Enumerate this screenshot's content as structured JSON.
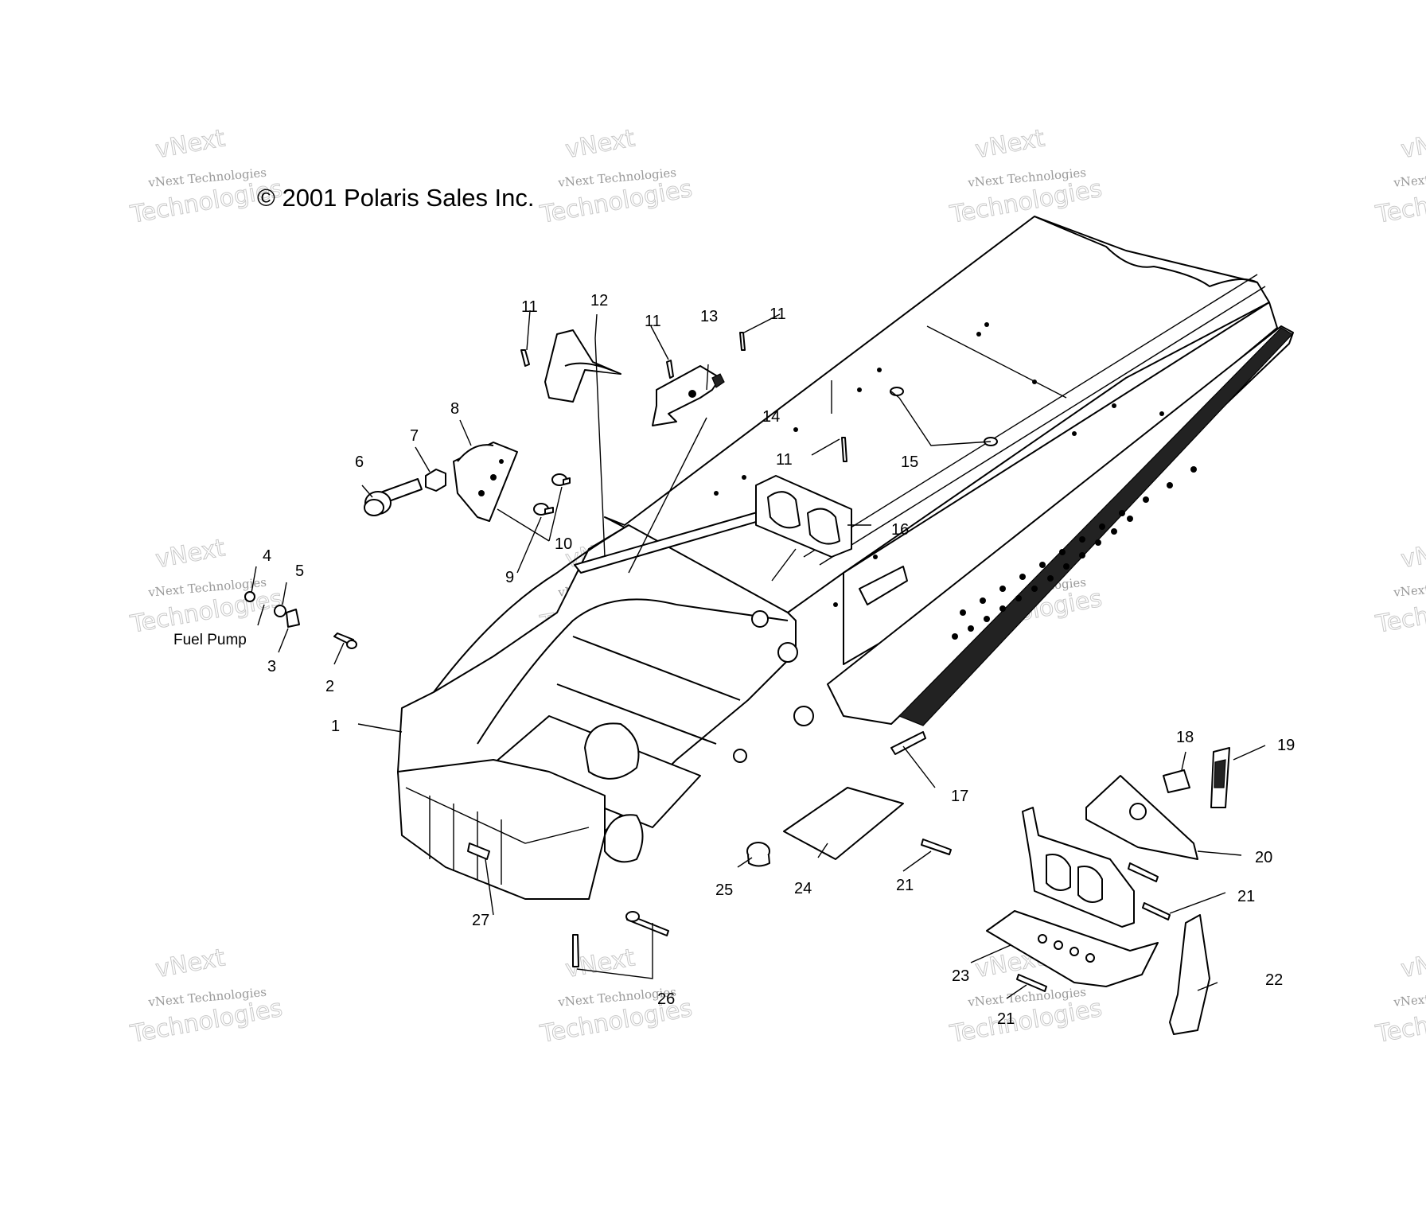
{
  "title": "© 2001 Polaris Sales Inc.",
  "watermark": {
    "line1": "vNext",
    "line2": "vNext Technologies",
    "line3": "Technologies"
  },
  "text_label": "Fuel Pump",
  "callouts": [
    "1",
    "2",
    "3",
    "4",
    "5",
    "6",
    "7",
    "8",
    "9",
    "10",
    "11",
    "11",
    "11",
    "11",
    "12",
    "13",
    "14",
    "15",
    "16",
    "17",
    "18",
    "19",
    "20",
    "21",
    "21",
    "21",
    "22",
    "23",
    "24",
    "25",
    "26",
    "27"
  ]
}
